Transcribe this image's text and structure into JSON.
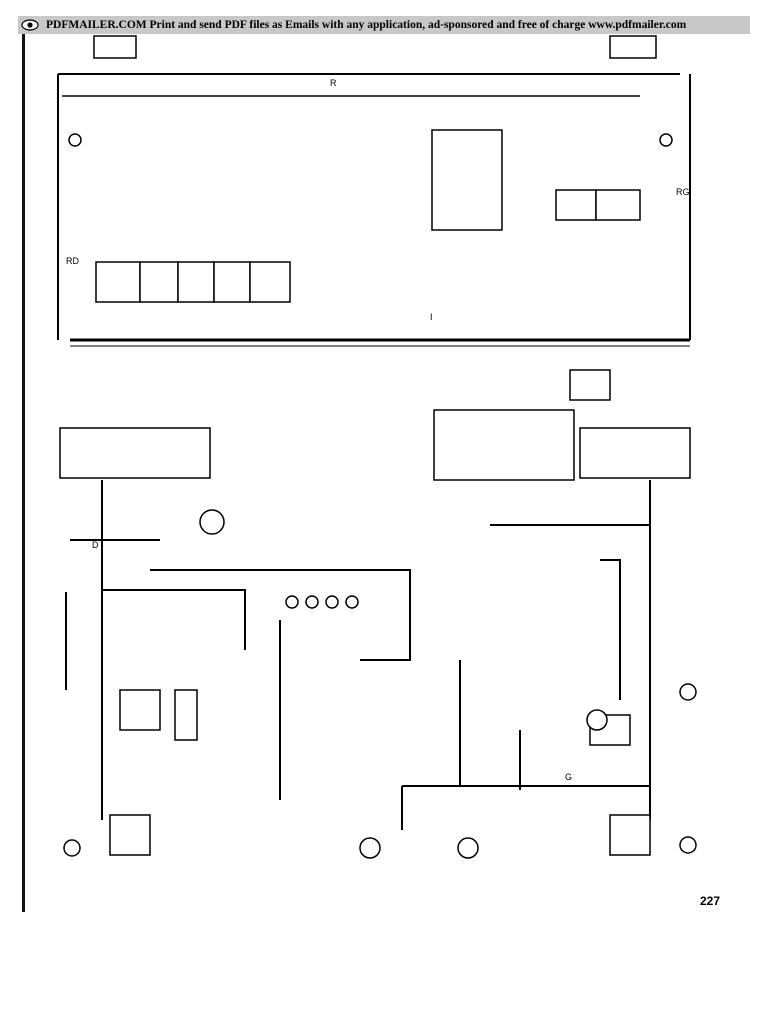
{
  "banner": {
    "text": "PDFMAILER.COM  Print and send PDF files as Emails with any application, ad-sponsored and free of charge www.pdfmailer.com",
    "icon": "eye-logo-icon"
  },
  "page": {
    "number": "227"
  },
  "diagram": {
    "harness_letters": {
      "top_bus": "R",
      "right_vertical": "RG",
      "left_vertical": "RD",
      "left_branch": "D",
      "bottom_bus": "G",
      "center_bus": "I"
    }
  }
}
